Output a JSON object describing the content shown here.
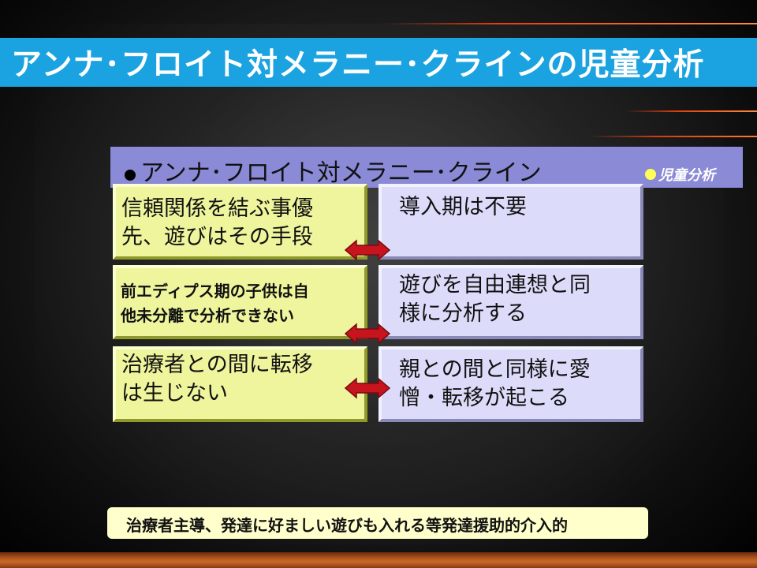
{
  "slide": {
    "title": "アンナ･フロイト対メラニー･クラインの児童分析",
    "subtitle": {
      "main": "アンナ･フロイト対メラニー･クライン",
      "tag": "児童分析"
    },
    "rows": [
      {
        "left": [
          "信頼関係を結ぶ事優",
          "先、遊びはその手段"
        ],
        "right": [
          "導入期は不要"
        ]
      },
      {
        "left": [
          "前エディプス期の子供は自",
          "他未分離で分析できない"
        ],
        "right": [
          "遊びを自由連想と同",
          "様に分析する"
        ]
      },
      {
        "left": [
          "治療者との間に転移",
          "は生じない"
        ],
        "right": [
          "親との間と同様に愛",
          "憎・転移が起こる"
        ]
      }
    ],
    "footer": "治療者主導、発達に好ましい遊びも入れる等発達援助的介入的",
    "colors": {
      "title_bar": "#1aa3e0",
      "subtitle_bar": "#8a8ad6",
      "left_box": "#eef59c",
      "right_box": "#dcdcfa",
      "arrow": "#c8141e",
      "footer_box": "#ffffcc"
    }
  }
}
